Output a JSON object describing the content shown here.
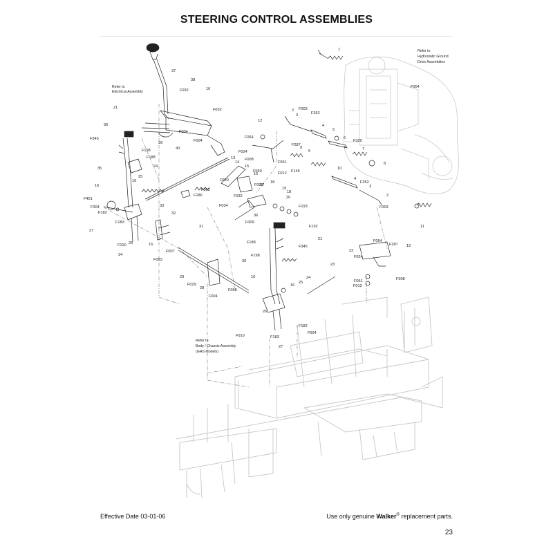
{
  "page": {
    "title": "STEERING CONTROL ASSEMBLIES",
    "effective_date": "Effective Date 03-01-06",
    "footer_prefix": "Use only genuine ",
    "footer_brand": "Walker",
    "footer_reg": "®",
    "footer_suffix": " replacement parts.",
    "page_number": "23"
  },
  "notes": {
    "hydro": [
      "Refer to",
      "Hydrostatic Ground",
      "Drive Assemblies"
    ],
    "electrical": [
      "Refer to",
      "Electrical Assembly"
    ],
    "body": [
      "Refer to",
      "Body / Chassis Assembly",
      "(GHS Models)"
    ]
  },
  "callouts": [
    "1",
    "37",
    "38",
    "F032",
    "16",
    "F032",
    "F004",
    "39",
    "F004",
    "40",
    "21",
    "36",
    "F345",
    "F198",
    "F188",
    "24",
    "25",
    "16",
    "35",
    "16",
    "F401",
    "F004",
    "F182",
    "F183",
    "27",
    "26",
    "F010",
    "16",
    "34",
    "33",
    "F093",
    "F007",
    "32",
    "F003",
    "F186",
    "31",
    "12",
    "F064",
    "F024",
    "13",
    "14",
    "F008",
    "15",
    "F050",
    "16",
    "F050",
    "17",
    "F009",
    "18",
    "19",
    "18",
    "20",
    "F034",
    "F032",
    "F009",
    "F061",
    "F012",
    "F146",
    "2",
    "3",
    "F003",
    "F352",
    "4",
    "5",
    "6",
    "F320",
    "7",
    "7",
    "8",
    "F287",
    "9",
    "5",
    "10",
    "4",
    "F352",
    "3",
    "F003",
    "2",
    "11",
    "F004",
    "F193",
    "F192",
    "36",
    "21",
    "F188",
    "F345",
    "F198",
    "30",
    "24",
    "29",
    "F029",
    "28",
    "F004",
    "F068",
    "16",
    "16",
    "25",
    "23",
    "F064",
    "F287",
    "12",
    "22",
    "F024",
    "F008",
    "F051",
    "F012",
    "26",
    "F182",
    "F183",
    "F004",
    "27",
    "F010"
  ]
}
